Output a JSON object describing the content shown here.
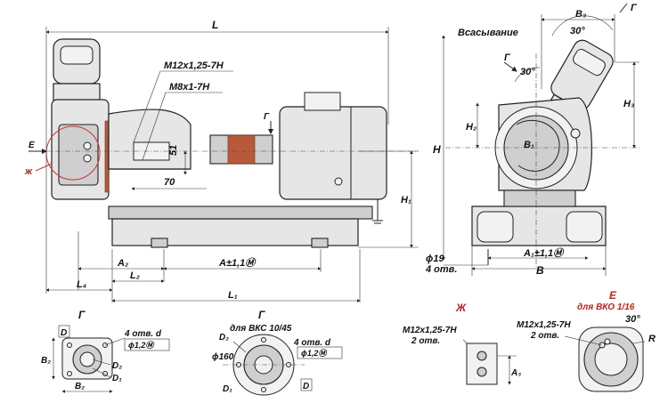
{
  "main_view": {
    "dim_L": "L",
    "thread_m12": "M12x1,25-7H",
    "thread_m8": "M8x1-7H",
    "dim_51": "51",
    "dim_70": "70",
    "dim_H1": "H₁",
    "view_E": "E",
    "view_Zh": "ж",
    "view_G": "Г",
    "dim_A2": "A₂",
    "dim_A": "A±1,1Ⓜ",
    "dim_L2": "L₂",
    "dim_L4": "L₄",
    "dim_L1": "L₁"
  },
  "side_view": {
    "suction": "Всасывание",
    "dim_B3": "B₃",
    "view_G": "Г",
    "angle_30a": "30°",
    "angle_30b": "30°",
    "dim_H": "H",
    "dim_H2": "H₂",
    "dim_H3": "H₃",
    "dim_B1": "B₁",
    "dim_phi19": "ϕ19",
    "holes_4": "4 отв.",
    "dim_A1": "A₁±1,1Ⓜ",
    "dim_B": "B"
  },
  "detail_G1": {
    "title": "Г",
    "D": "D",
    "B2": "B₂",
    "D2": "D₂",
    "D1": "D₁",
    "holes": "4 отв. d",
    "tol": "ϕ1,2Ⓜ"
  },
  "detail_G2": {
    "title": "Г",
    "subtitle": "для ВКС 10/45",
    "D2": "D₂",
    "holes": "4 отв. d",
    "tol": "ϕ1,2Ⓜ",
    "phi160": "ϕ160",
    "D1": "D₁",
    "D": "D"
  },
  "detail_Zh": {
    "title": "Ж",
    "thread": "M12x1,25-7H",
    "holes": "2 отв.",
    "A3": "A₃"
  },
  "detail_E": {
    "title": "E",
    "subtitle": "для ВКО 1/16",
    "thread": "M12x1,25-7H",
    "holes": "2 отв.",
    "angle": "30°",
    "R": "R"
  },
  "colors": {
    "accent_red": "#b3261e",
    "hatch": "#b85a3a"
  }
}
